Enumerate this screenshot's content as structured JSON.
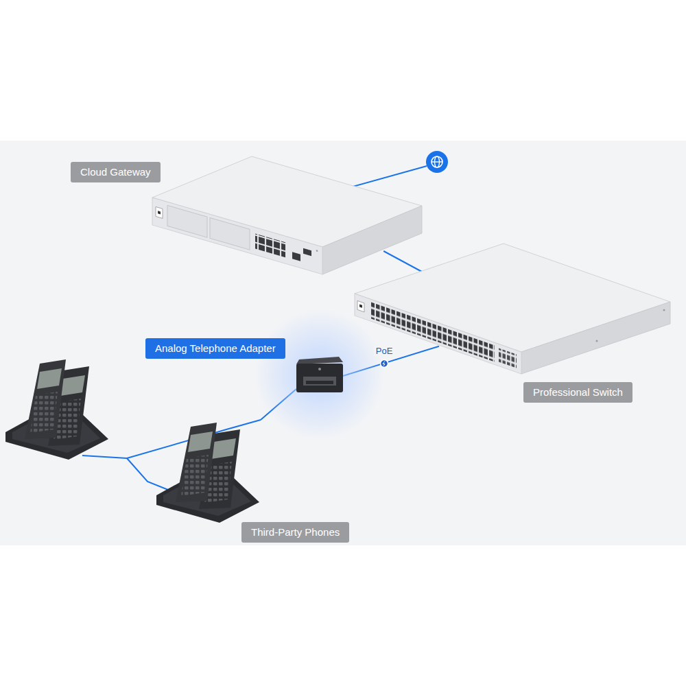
{
  "diagram": {
    "nodes": [
      {
        "text": [
          "Cloud Gateway"
        ]
      },
      {
        "text": [
          "Professional Switch"
        ]
      },
      {
        "text": [
          "Analog Telephone Adapter"
        ]
      },
      {
        "text": [
          "Third-Party Phones"
        ]
      }
    ],
    "edges": [
      {
        "from": 0,
        "to": 1,
        "arrow": "none"
      },
      {
        "from": 1,
        "to": 2,
        "label": "PoE",
        "arrow": "none"
      },
      {
        "from": 2,
        "to": 3,
        "arrow": "none"
      }
    ]
  }
}
